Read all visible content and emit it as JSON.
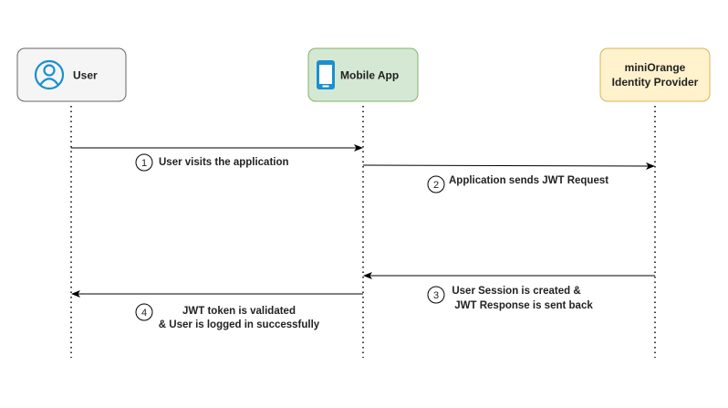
{
  "actors": {
    "user": {
      "label": "User",
      "icon": "user-circle-icon",
      "fill": "#f5f5f5",
      "stroke": "#666666",
      "icon_color": "#1b8fcf"
    },
    "mobile_app": {
      "label": "Mobile App",
      "icon": "mobile-phone-icon",
      "fill": "#d5e8d4",
      "stroke": "#82b366",
      "icon_color": "#1b8fcf"
    },
    "idp": {
      "label_line1": "miniOrange",
      "label_line2": "Identity Provider",
      "fill": "#fff2cc",
      "stroke": "#d6b656"
    }
  },
  "messages": [
    {
      "number": "1",
      "line1": "User visits the application",
      "line2": ""
    },
    {
      "number": "2",
      "line1": "Application sends JWT Request",
      "line2": ""
    },
    {
      "number": "3",
      "line1": "User Session is created &",
      "line2": "JWT Response is sent back"
    },
    {
      "number": "4",
      "line1": "JWT token is validated",
      "line2": "& User is logged in successfully"
    }
  ]
}
